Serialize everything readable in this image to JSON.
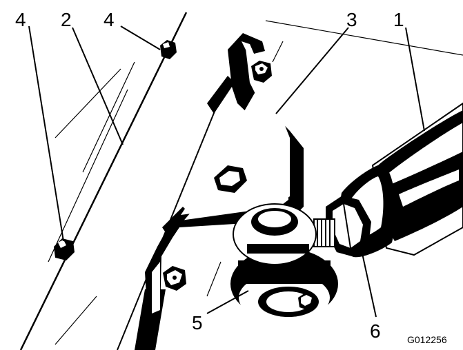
{
  "figure": {
    "code": "G012256",
    "callouts": [
      {
        "number": "1"
      },
      {
        "number": "2"
      },
      {
        "number": "3"
      },
      {
        "number": "4"
      },
      {
        "number": "4"
      },
      {
        "number": "5"
      },
      {
        "number": "6"
      }
    ]
  }
}
